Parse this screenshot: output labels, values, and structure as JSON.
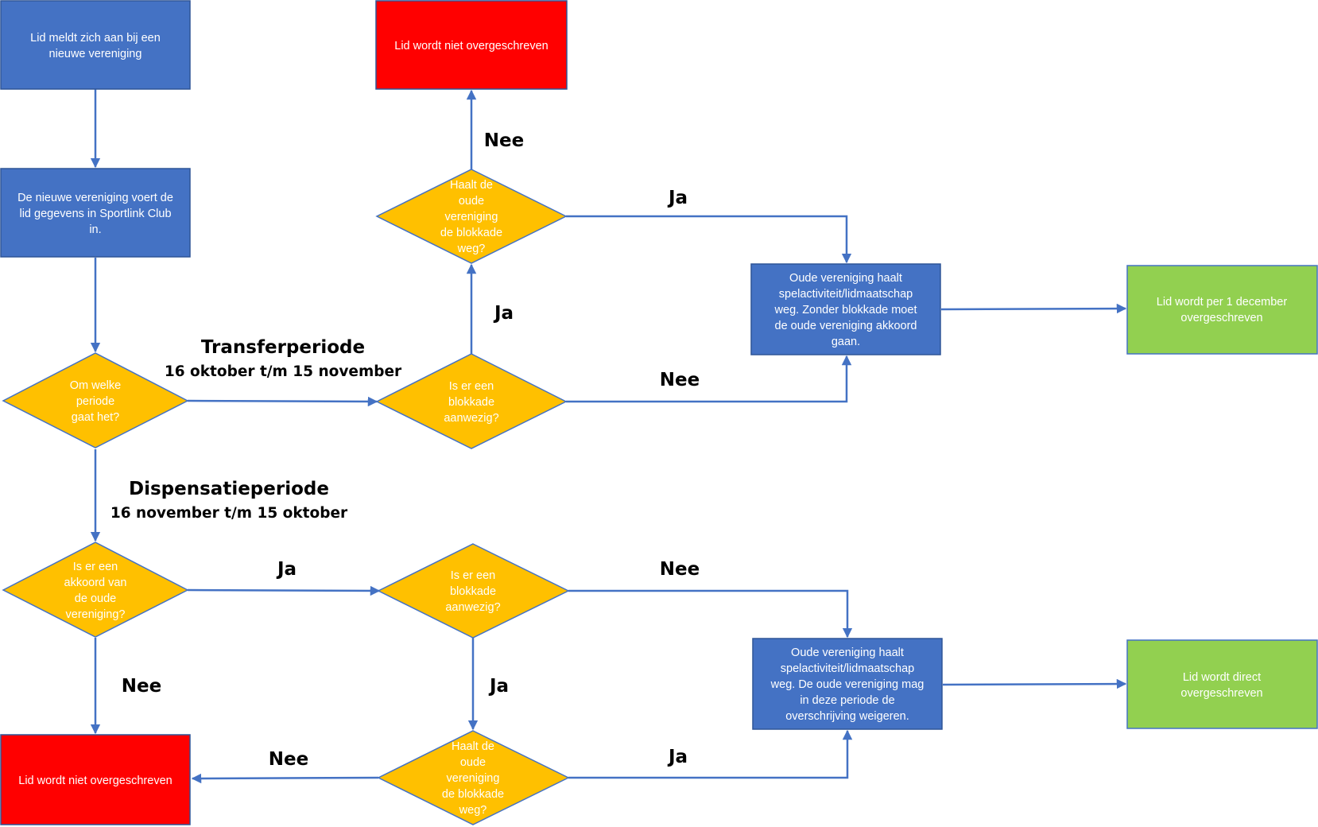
{
  "colors": {
    "process": "#4472c4",
    "process_border": "#2f5597",
    "decision": "#ffc000",
    "decision_border": "#4472c4",
    "reject": "#ff0000",
    "accept": "#92d050",
    "connector": "#4472c4"
  },
  "nodes": {
    "start": [
      "Lid meldt zich aan bij een",
      "nieuwe vereniging"
    ],
    "enter_data": [
      "De nieuwe vereniging voert de",
      "lid gegevens in Sportlink Club",
      "in."
    ],
    "which_period": [
      "Om welke",
      "periode",
      "gaat het?"
    ],
    "transfer_blockade": [
      "Is er een",
      "blokkade",
      "aanwezig?"
    ],
    "transfer_remove_blockade": [
      "Haalt de",
      "oude",
      "vereniging",
      "de blokkade",
      "weg?"
    ],
    "transfer_not_transferred": [
      "Lid wordt niet overgeschreven"
    ],
    "transfer_old_club_action": [
      "Oude vereniging haalt",
      "spelactiviteit/lidmaatschap",
      "weg. Zonder blokkade moet",
      "de oude vereniging akkoord",
      "gaan."
    ],
    "transfer_result": [
      "Lid wordt per 1 december",
      "overgeschreven"
    ],
    "dispensation_agreement": [
      "Is er een",
      "akkoord van",
      "de oude",
      "vereniging?"
    ],
    "dispensation_blockade": [
      "Is er een",
      "blokkade",
      "aanwezig?"
    ],
    "dispensation_remove_blockade": [
      "Haalt de",
      "oude",
      "vereniging",
      "de blokkade",
      "weg?"
    ],
    "dispensation_not_transferred": [
      "Lid wordt niet overgeschreven"
    ],
    "dispensation_old_club_action": [
      "Oude vereniging haalt",
      "spelactiviteit/lidmaatschap",
      "weg. De oude vereniging mag",
      "in deze periode de",
      "overschrijving weigeren."
    ],
    "dispensation_result": [
      "Lid wordt direct",
      "overgeschreven"
    ]
  },
  "periods": {
    "transfer": {
      "title": "Transferperiode",
      "range": "16 oktober t/m 15 november"
    },
    "dispensation": {
      "title": "Dispensatieperiode",
      "range": "16 november t/m 15 oktober"
    }
  },
  "edge_labels": {
    "transfer_remove_no": "Nee",
    "transfer_remove_yes": "Ja",
    "transfer_blockade_yes": "Ja",
    "transfer_blockade_no": "Nee",
    "dispensation_agreement_yes": "Ja",
    "dispensation_agreement_no": "Nee",
    "dispensation_blockade_no": "Nee",
    "dispensation_blockade_yes": "Ja",
    "dispensation_remove_no": "Nee",
    "dispensation_remove_yes": "Ja"
  }
}
